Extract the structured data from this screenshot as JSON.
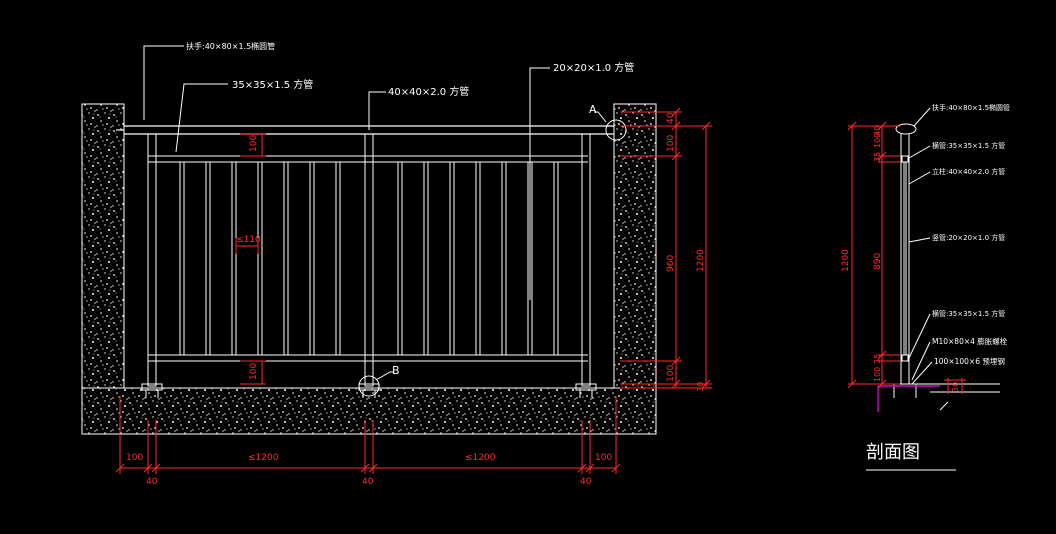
{
  "elevation": {
    "callouts": {
      "handrail": "扶手:40×80×1.5椭圆管",
      "rail_35": "35×35×1.5 方管",
      "post_40": "40×40×2.0 方管",
      "baluster_20": "20×20×1.0 方管",
      "detail_a": "A",
      "detail_b": "B"
    },
    "inner_dims": {
      "top_100": "100",
      "spacing": "≤110",
      "bottom_100": "100"
    },
    "right_dims": {
      "d40": "40",
      "d100_top": "100",
      "d960": "960",
      "d1200": "1200",
      "d100_bottom": "100",
      "d30": "30"
    },
    "bottom_dims": {
      "d100_left": "100",
      "span_left": "≤1200",
      "span_right": "≤1200",
      "d100_right": "100",
      "d40_left": "40",
      "d40_mid": "40",
      "d40_right": "40"
    }
  },
  "section": {
    "labels": {
      "handrail": "扶手:40×80×1.5椭圆管",
      "top_rail": "横管:35×35×1.5 方管",
      "post": "立柱:40×40×2.0 方管",
      "baluster": "竖管:20×20×1.0 方管",
      "bottom_rail": "横管:35×35×1.5 方管",
      "anchor_bolt": "M10×80×4 膨胀螺栓",
      "base_plate": "100×100×6 预埋钢"
    },
    "dims": {
      "left_1200": "1200",
      "top_35": "35",
      "top_100": "100",
      "top_40": "40",
      "mid_890": "890",
      "bot_35": "35",
      "bot_100": "100",
      "ground_30": "30"
    },
    "title": "剖面图"
  },
  "colors": {
    "background": "#000000",
    "lines": "#ffffff",
    "dimensions": "#ff2a2a",
    "accent": "#d400d4"
  }
}
